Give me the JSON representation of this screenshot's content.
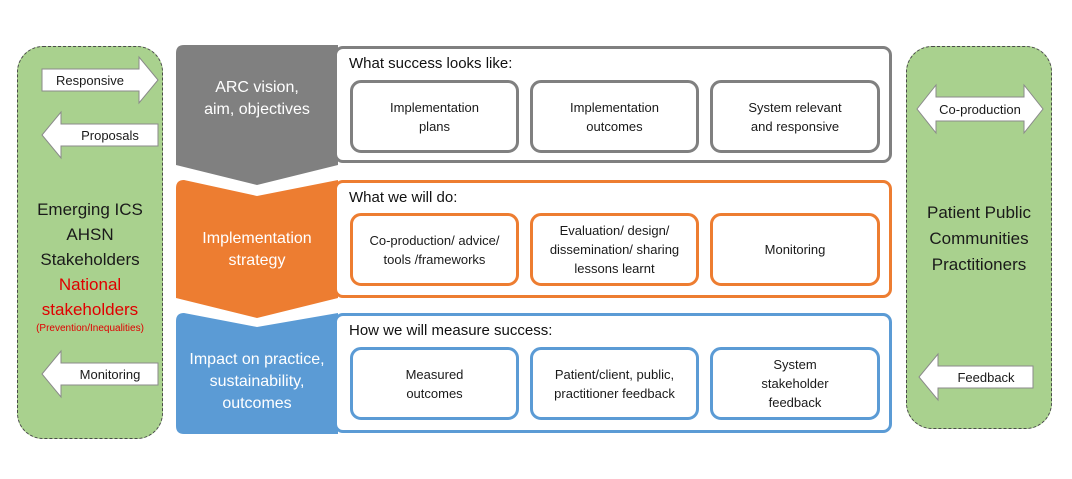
{
  "colors": {
    "side_green": "#a9d18e",
    "grey": "#808080",
    "orange": "#ed7d31",
    "blue": "#5b9bd5",
    "red_text": "#e00000"
  },
  "left_panel": {
    "arrows": [
      {
        "label": "Responsive",
        "direction": "right"
      },
      {
        "label": "Proposals",
        "direction": "left"
      },
      {
        "label": "Monitoring",
        "direction": "left"
      }
    ],
    "lines": [
      "Emerging ICS",
      "AHSN",
      "Stakeholders"
    ],
    "red_lines": [
      "National",
      "stakeholders"
    ],
    "red_small": "(Prevention/Inequalities)"
  },
  "right_panel": {
    "arrows": [
      {
        "label": "Co-production",
        "direction": "both"
      },
      {
        "label": "Feedback",
        "direction": "left"
      }
    ],
    "lines": [
      "Patient Public",
      "Communities",
      "Practitioners"
    ]
  },
  "stages": [
    {
      "label_lines": [
        "ARC vision,",
        "aim, objectives"
      ],
      "title": "What success looks like:",
      "boxes": [
        [
          "Implementation",
          "plans"
        ],
        [
          "Implementation",
          "outcomes"
        ],
        [
          "System relevant",
          "and responsive"
        ]
      ]
    },
    {
      "label_lines": [
        "Implementation",
        "strategy"
      ],
      "title": "What we will do:",
      "boxes": [
        [
          "Co-production/  advice/",
          "tools /frameworks"
        ],
        [
          "Evaluation/ design/",
          "dissemination/ sharing",
          "lessons learnt"
        ],
        [
          "Monitoring"
        ]
      ]
    },
    {
      "label_lines": [
        "Impact on practice,",
        "sustainability,",
        "outcomes"
      ],
      "title": "How we will measure success:",
      "boxes": [
        [
          "Measured",
          "outcomes"
        ],
        [
          "Patient/client, public,",
          "practitioner feedback"
        ],
        [
          "System",
          "stakeholder",
          "feedback"
        ]
      ]
    }
  ]
}
